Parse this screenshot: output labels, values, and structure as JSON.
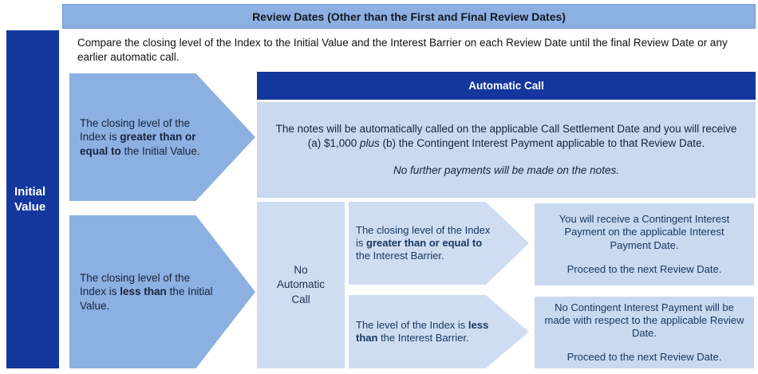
{
  "colors": {
    "dark_blue": "#14379E",
    "medium_blue": "#8DB0E2",
    "light_blue": "#C9D9F0",
    "pale_blue": "#CFDDF2",
    "navy_text": "#17375E",
    "white_text": "#FFFFFF"
  },
  "header": {
    "title": "Review Dates (Other than the First and Final Review Dates)"
  },
  "intro": {
    "text": "Compare the closing level of the Index to the Initial Value and the Interest Barrier on each Review Date until the final Review Date or any earlier automatic call."
  },
  "left_bar": {
    "label": "Initial\nValue"
  },
  "branch_above": {
    "pre": "The closing level of the Index is ",
    "bold": "greater than or equal to",
    "post": " the Initial Value."
  },
  "automatic_call": {
    "title": "Automatic Call",
    "body_pre": "The notes will be automatically called on the applicable Call Settlement Date and you will receive (a) $1,000 ",
    "body_italic": "plus",
    "body_post": " (b) the Contingent Interest Payment applicable to that Review Date.",
    "note": "No further payments will be made on the notes."
  },
  "branch_below": {
    "pre": "The closing level of the Index is ",
    "bold": "less than",
    "post": " the Initial Value."
  },
  "no_automatic_call": {
    "label": "No\nAutomatic\nCall"
  },
  "sub_branch_above": {
    "pre": "The closing level of the Index is ",
    "bold": "greater than or equal to",
    "post": " the Interest Barrier."
  },
  "outcome_above": {
    "line1": "You will receive a Contingent Interest Payment on the applicable Interest Payment Date.",
    "line2": "Proceed to the next Review Date."
  },
  "sub_branch_below": {
    "pre": "The level of the Index is ",
    "bold": "less than",
    "post": " the Interest Barrier."
  },
  "outcome_below": {
    "line1": "No Contingent Interest Payment will be made with respect to the applicable Review Date.",
    "line2": "Proceed to the next Review Date."
  }
}
